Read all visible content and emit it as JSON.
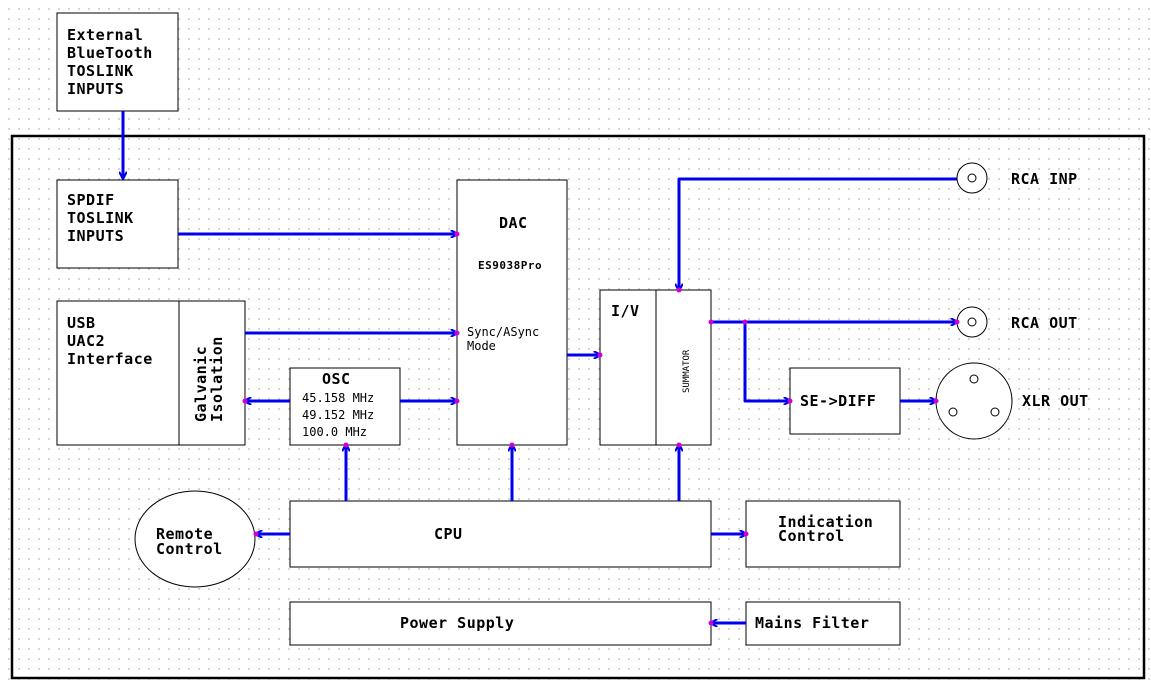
{
  "blocks": {
    "external": [
      "External",
      "BlueTooth",
      "TOSLINK",
      "INPUTS"
    ],
    "spdif": [
      "SPDIF",
      "TOSLINK",
      "INPUTS"
    ],
    "usb": [
      "USB",
      "UAC2",
      "Interface"
    ],
    "galvanic": [
      "Galvanic",
      "Isolation"
    ],
    "osc": {
      "title": "OSC",
      "freqs": [
        "45.158 MHz",
        "49.152 MHz",
        "100.0 MHz"
      ]
    },
    "dac": {
      "title": "DAC",
      "chip": "ES9038Pro",
      "mode": [
        "Sync/ASync",
        "Mode"
      ]
    },
    "iv": "I/V",
    "summator": "SUMMATOR",
    "se_diff": "SE->DIFF",
    "cpu": "CPU",
    "remote": [
      "Remote",
      "Control"
    ],
    "indication": [
      "Indication",
      "Control"
    ],
    "power": "Power Supply",
    "mains": "Mains Filter"
  },
  "connectors": {
    "rca_inp": "RCA INP",
    "rca_out": "RCA OUT",
    "xlr_out": "XLR OUT"
  },
  "colors": {
    "wire": "#0000ee",
    "pin": "#d100d1",
    "line": "#000000"
  }
}
